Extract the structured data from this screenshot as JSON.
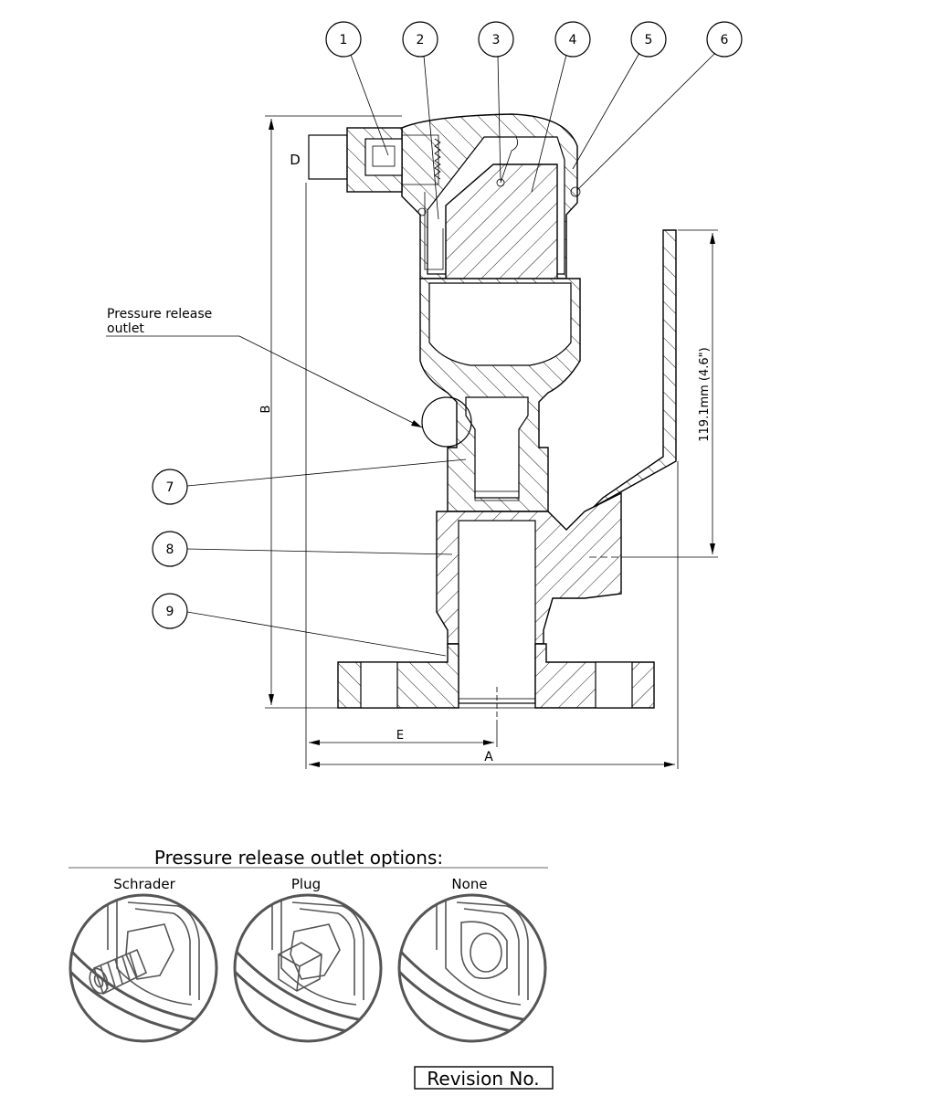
{
  "balloons": [
    {
      "label": "1"
    },
    {
      "label": "2"
    },
    {
      "label": "3"
    },
    {
      "label": "4"
    },
    {
      "label": "5"
    },
    {
      "label": "6"
    },
    {
      "label": "7"
    },
    {
      "label": "8"
    },
    {
      "label": "9"
    }
  ],
  "callout": {
    "line1": "Pressure release",
    "line2": "outlet"
  },
  "dimensions": {
    "height_label": "B",
    "width_label": "A",
    "offset_label": "E",
    "port_label": "D",
    "vertical_value": "119.1mm (4.6\")"
  },
  "options": {
    "title": "Pressure release outlet options:",
    "items": [
      {
        "label": "Schrader",
        "icon": "schrader-valve-icon"
      },
      {
        "label": "Plug",
        "icon": "hex-plug-icon"
      },
      {
        "label": "None",
        "icon": "open-port-icon"
      }
    ]
  },
  "revision": {
    "label": "Revision No."
  }
}
